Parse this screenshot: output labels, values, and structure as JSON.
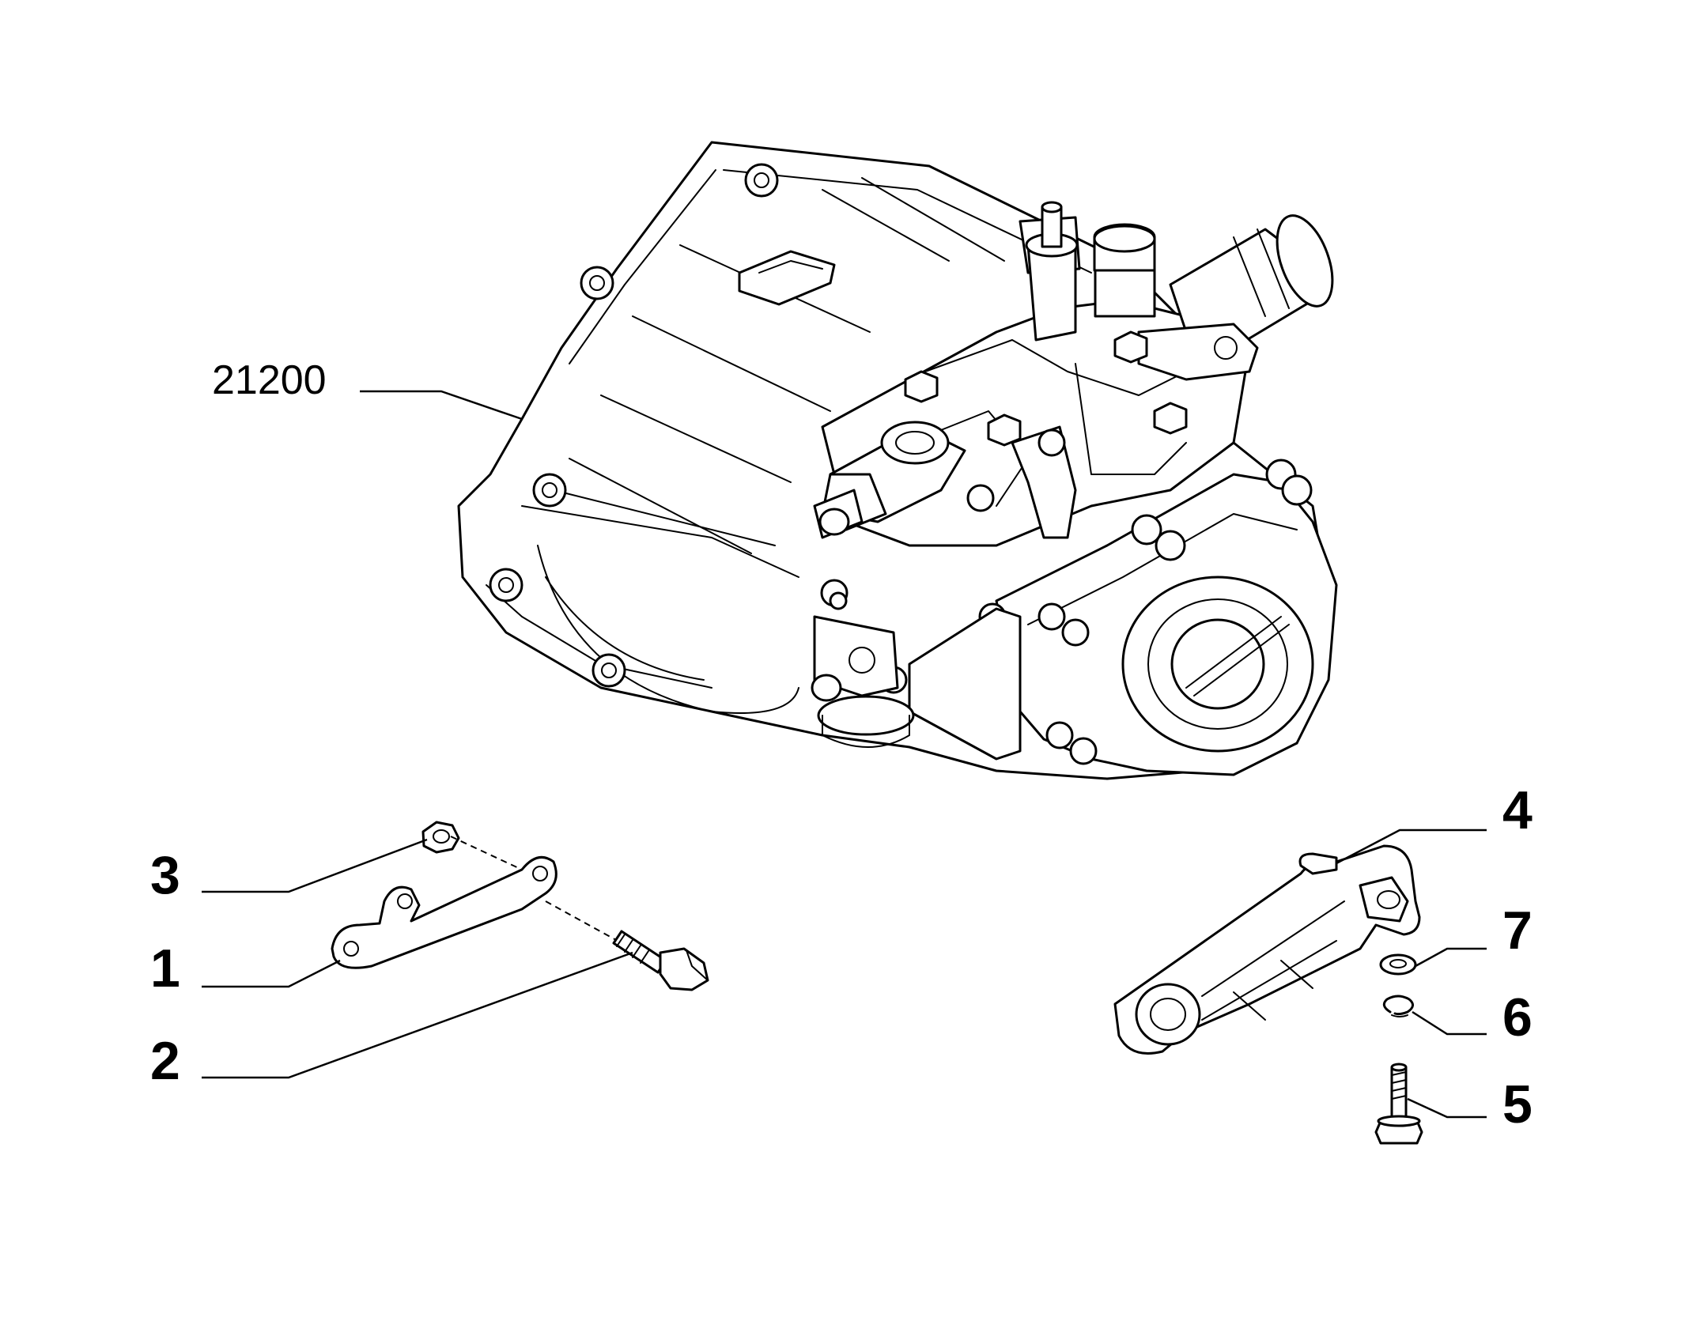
{
  "callouts": {
    "gearbox": "21200",
    "bracket": "1",
    "bolt": "2",
    "nut": "3",
    "torque_rod": "4",
    "screw": "5",
    "spring_washer": "6",
    "flat_washer": "7"
  }
}
